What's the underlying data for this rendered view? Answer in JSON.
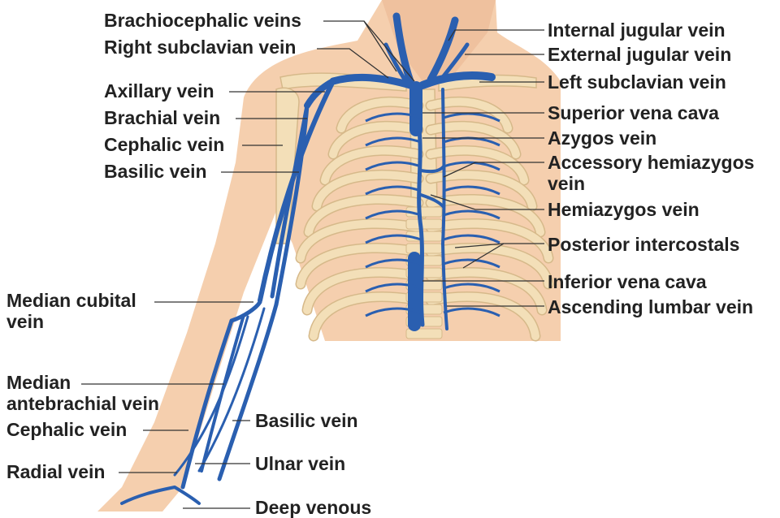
{
  "colors": {
    "skin": "#f5cfae",
    "skin_shadow": "#e9b38e",
    "bone": "#f3dfb8",
    "bone_edge": "#d6b98a",
    "vein": "#2a5fb0",
    "vein_dark": "#173e7c",
    "leader": "#333333",
    "text": "#222222"
  },
  "labels": {
    "brachiocephalic": "Brachiocephalic veins",
    "right_subclavian": "Right subclavian vein",
    "axillary": "Axillary vein",
    "brachial": "Brachial vein",
    "cephalic_upper": "Cephalic vein",
    "basilic_upper": "Basilic vein",
    "median_cubital": "Median cubital vein",
    "median_antebrachial": "Median antebrachial vein",
    "cephalic_lower": "Cephalic vein",
    "radial": "Radial vein",
    "basilic_lower": "Basilic vein",
    "ulnar": "Ulnar vein",
    "deep_venous": "Deep venous",
    "internal_jugular": "Internal jugular vein",
    "external_jugular": "External jugular vein",
    "left_subclavian": "Left subclavian vein",
    "superior_vena_cava": "Superior vena cava",
    "azygos": "Azygos vein",
    "accessory_hemiazygos": "Accessory hemiazygos vein",
    "hemiazygos": "Hemiazygos vein",
    "posterior_intercostals": "Posterior intercostals",
    "inferior_vena_cava": "Inferior vena cava",
    "ascending_lumbar": "Ascending lumbar vein"
  }
}
